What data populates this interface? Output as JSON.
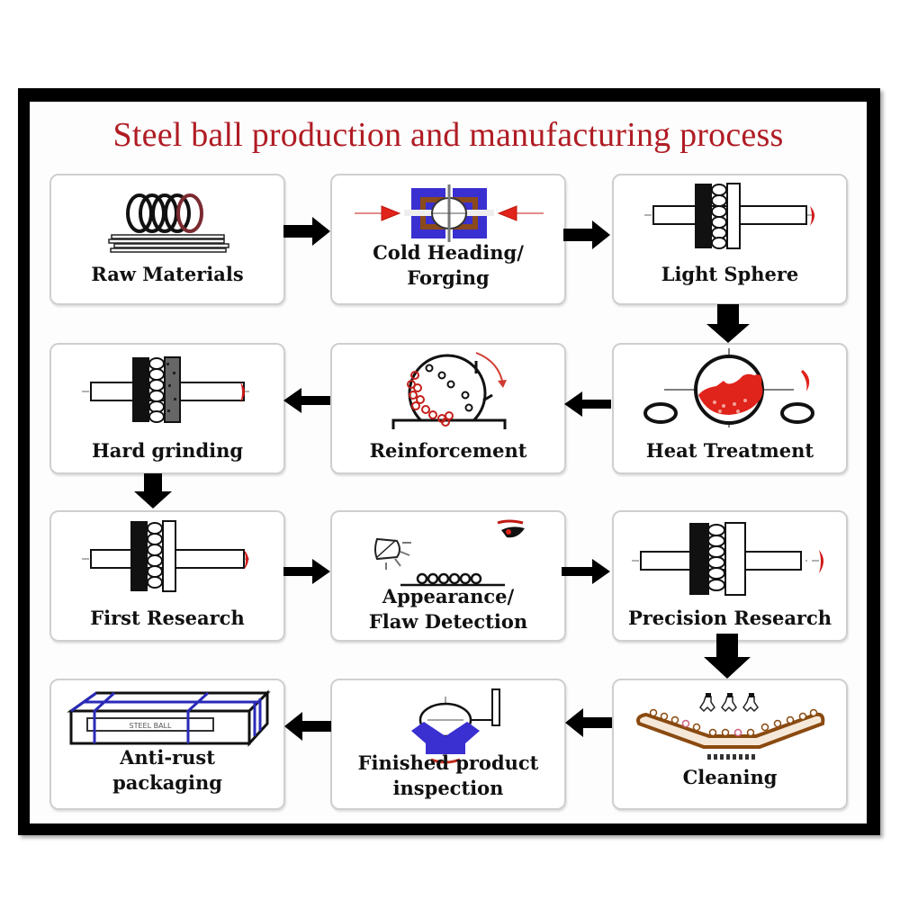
{
  "title": "Steel ball production and manufacturing process",
  "colors": {
    "title": "#b01c24",
    "accent_red": "#e0231b",
    "accent_blue": "#3a2fd0",
    "frame": "#000000"
  },
  "steps": [
    {
      "order": 1,
      "label_lines": [
        "Raw Materials"
      ],
      "icon": "wire-coil-and-rods-icon"
    },
    {
      "order": 2,
      "label_lines": [
        "Cold Heading/",
        "Forging"
      ],
      "icon": "forging-die-press-icon"
    },
    {
      "order": 3,
      "label_lines": [
        "Light Sphere"
      ],
      "icon": "grinding-plates-icon"
    },
    {
      "order": 4,
      "label_lines": [
        "Heat Treatment"
      ],
      "icon": "furnace-drum-icon"
    },
    {
      "order": 5,
      "label_lines": [
        "Reinforcement"
      ],
      "icon": "tumbling-drum-icon"
    },
    {
      "order": 6,
      "label_lines": [
        "Hard grinding"
      ],
      "icon": "abrasive-grinding-plates-icon"
    },
    {
      "order": 7,
      "label_lines": [
        "First Research"
      ],
      "icon": "lapping-plates-icon"
    },
    {
      "order": 8,
      "label_lines": [
        "Appearance/",
        "Flaw Detection"
      ],
      "icon": "lamp-and-eye-inspection-icon"
    },
    {
      "order": 9,
      "label_lines": [
        "Precision Research"
      ],
      "icon": "precision-lapping-plates-icon"
    },
    {
      "order": 10,
      "label_lines": [
        "Cleaning"
      ],
      "icon": "conveyor-spray-icon"
    },
    {
      "order": 11,
      "label_lines": [
        "Finished product",
        "inspection"
      ],
      "icon": "ball-gauge-inspection-icon"
    },
    {
      "order": 12,
      "label_lines": [
        "Anti-rust",
        "packaging"
      ],
      "icon": "strapped-box-icon"
    }
  ],
  "packaging_box_text": "STEEL BALL",
  "flow": [
    "1>2 right",
    "2>3 right",
    "3>4 down",
    "4>5 left",
    "5>6 left",
    "6>7 down",
    "7>8 right",
    "8>9 right",
    "9>10 down",
    "10>11 left",
    "11>12 left"
  ]
}
